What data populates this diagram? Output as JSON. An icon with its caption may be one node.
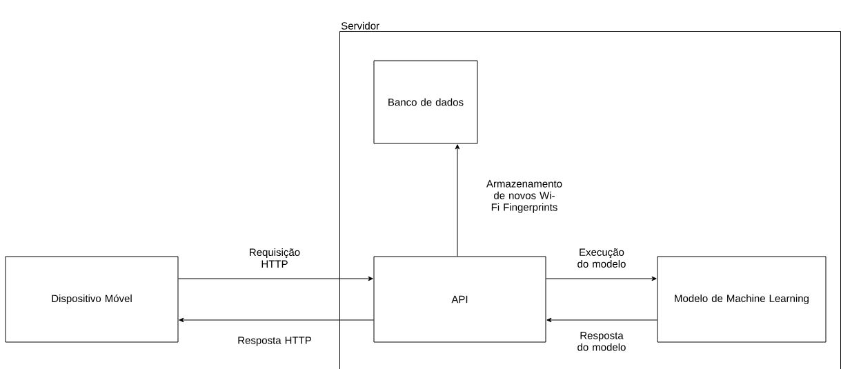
{
  "diagram": {
    "nodes": [
      {
        "text": [
          "Dispositivo Móvel"
        ]
      },
      {
        "text": [
          "Servidor"
        ]
      },
      {
        "text": [
          "Banco de dados"
        ],
        "in": 1
      },
      {
        "text": [
          "API"
        ],
        "in": 1
      },
      {
        "text": [
          "Modelo de Machine Learning"
        ],
        "in": 1
      }
    ],
    "edges": [
      {
        "from": 0,
        "to": 3,
        "arrow": "to",
        "label": "Requisição HTTP"
      },
      {
        "from": 3,
        "to": 0,
        "arrow": "to",
        "label": "Resposta HTTP"
      },
      {
        "from": 3,
        "to": 2,
        "arrow": "to",
        "label": "Armazenamento de novos Wi-Fi Fingerprints"
      },
      {
        "from": 3,
        "to": 4,
        "arrow": "to",
        "label": "Execução do modelo"
      },
      {
        "from": 4,
        "to": 3,
        "arrow": "to",
        "label": "Resposta do modelo"
      }
    ]
  }
}
